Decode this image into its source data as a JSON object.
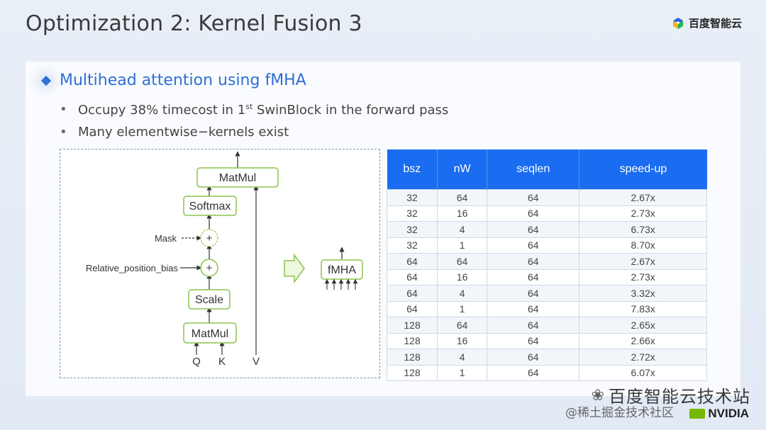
{
  "title": "Optimization 2: Kernel Fusion 3",
  "logo": {
    "text": "百度智能云",
    "colors": [
      "#2a62e6",
      "#26b44f",
      "#f3b41b",
      "#e8453c"
    ]
  },
  "section": {
    "heading": "Multihead attention using fMHA",
    "bullets": [
      {
        "pre": "Occupy 38% timecost in 1",
        "sup": "st",
        "post": " SwinBlock in the forward pass"
      },
      {
        "pre": "Many elementwise−kernels exist",
        "sup": "",
        "post": ""
      }
    ]
  },
  "diagram": {
    "nodes": {
      "matmul_top": "MatMul",
      "softmax": "Softmax",
      "plus1": "+",
      "plus2": "+",
      "scale": "Scale",
      "matmul_bottom": "MatMul",
      "fmha": "fMHA"
    },
    "labels": {
      "mask": "Mask",
      "relative_position_bias": "Relative_position_bias",
      "q": "Q",
      "k": "K",
      "v": "V"
    }
  },
  "table": {
    "headers": [
      "bsz",
      "nW",
      "seqlen",
      "speed-up"
    ],
    "rows": [
      [
        "32",
        "64",
        "64",
        "2.67x"
      ],
      [
        "32",
        "16",
        "64",
        "2.73x"
      ],
      [
        "32",
        "4",
        "64",
        "6.73x"
      ],
      [
        "32",
        "1",
        "64",
        "8.70x"
      ],
      [
        "64",
        "64",
        "64",
        "2.67x"
      ],
      [
        "64",
        "16",
        "64",
        "2.73x"
      ],
      [
        "64",
        "4",
        "64",
        "3.32x"
      ],
      [
        "64",
        "1",
        "64",
        "7.83x"
      ],
      [
        "128",
        "64",
        "64",
        "2.65x"
      ],
      [
        "128",
        "16",
        "64",
        "2.66x"
      ],
      [
        "128",
        "4",
        "64",
        "2.72x"
      ],
      [
        "128",
        "1",
        "64",
        "6.07x"
      ]
    ]
  },
  "watermark": {
    "wechat": "百度智能云技术站",
    "handle": "@稀土掘金技术社区",
    "brand": "NVIDIA"
  },
  "colors": {
    "accent": "#2f6fd6",
    "table_header": "#1a6cf0",
    "node_border": "#8bc34a",
    "arrow_fill": "#cfe8a9"
  }
}
